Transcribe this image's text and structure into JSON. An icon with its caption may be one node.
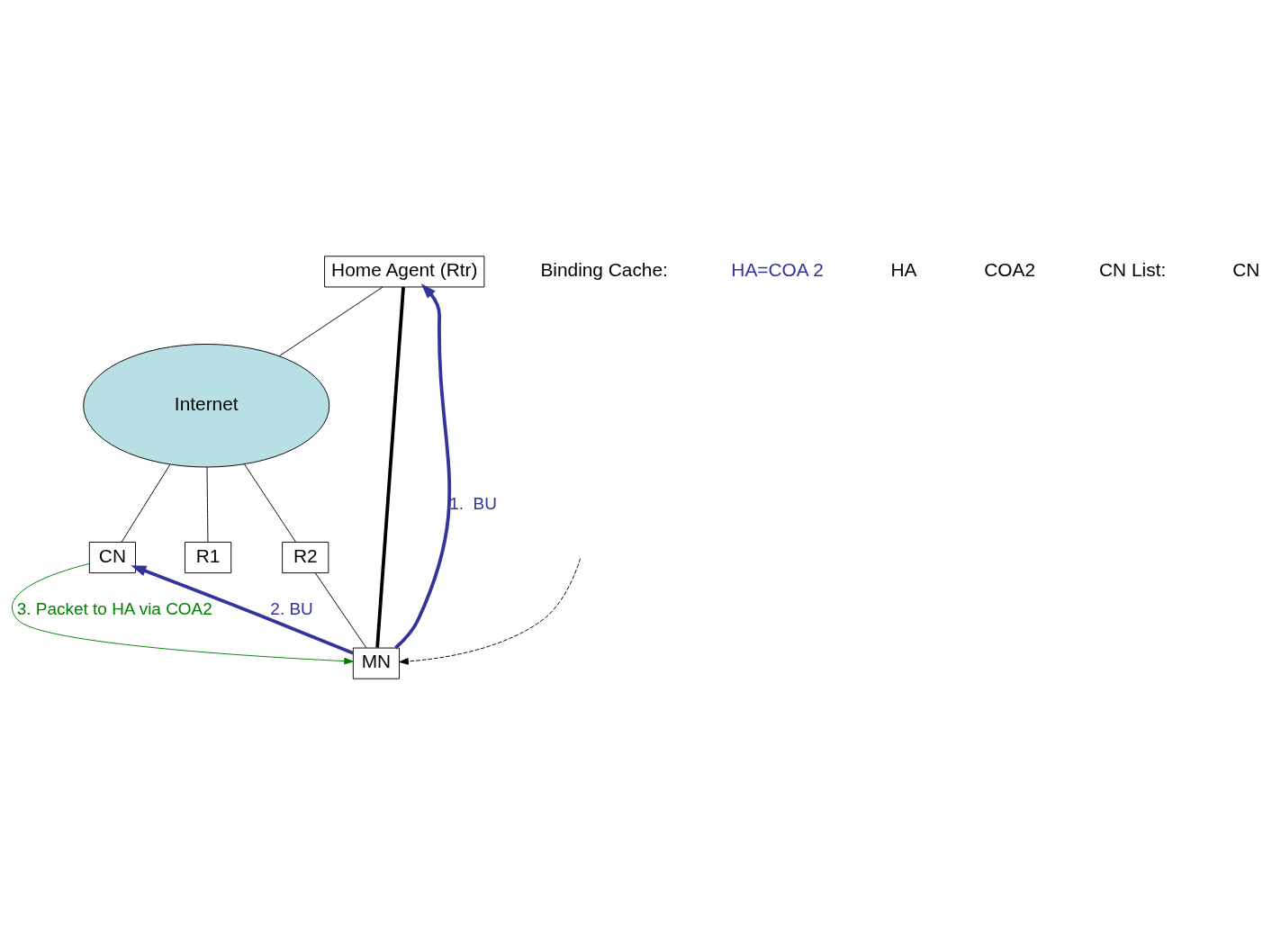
{
  "diagram": {
    "nodes": [
      {
        "text": [
          "Home Agent (Rtr)"
        ]
      },
      {
        "text": [
          "Internet"
        ]
      },
      {
        "text": [
          "CN"
        ]
      },
      {
        "text": [
          "R1"
        ]
      },
      {
        "text": [
          "R2"
        ]
      },
      {
        "text": [
          "MN"
        ]
      }
    ],
    "edges": [
      {
        "from": 0,
        "to": 1,
        "arrow": "none"
      },
      {
        "from": 1,
        "to": 2,
        "arrow": "none"
      },
      {
        "from": 1,
        "to": 3,
        "arrow": "none"
      },
      {
        "from": 1,
        "to": 4,
        "arrow": "none"
      },
      {
        "from": 4,
        "to": 5,
        "arrow": "none"
      },
      {
        "from": 0,
        "to": 5,
        "arrow": "none",
        "style": "thick"
      },
      {
        "from": null,
        "to": 5,
        "arrow": "to",
        "style": "dashed"
      },
      {
        "from": 5,
        "to": 0,
        "arrow": "to",
        "label": "1.  BU",
        "color": "#333399",
        "style": "thick"
      },
      {
        "from": 5,
        "to": 2,
        "arrow": "to",
        "label": "2. BU",
        "color": "#333399",
        "style": "thick"
      },
      {
        "from": 2,
        "to": 5,
        "arrow": "to",
        "label": "3. Packet to HA via COA2",
        "color": "#008000"
      }
    ],
    "labels": [
      "Binding Cache:",
      "HA=COA 2",
      "HA",
      "COA2",
      "CN List:",
      "CN"
    ]
  }
}
